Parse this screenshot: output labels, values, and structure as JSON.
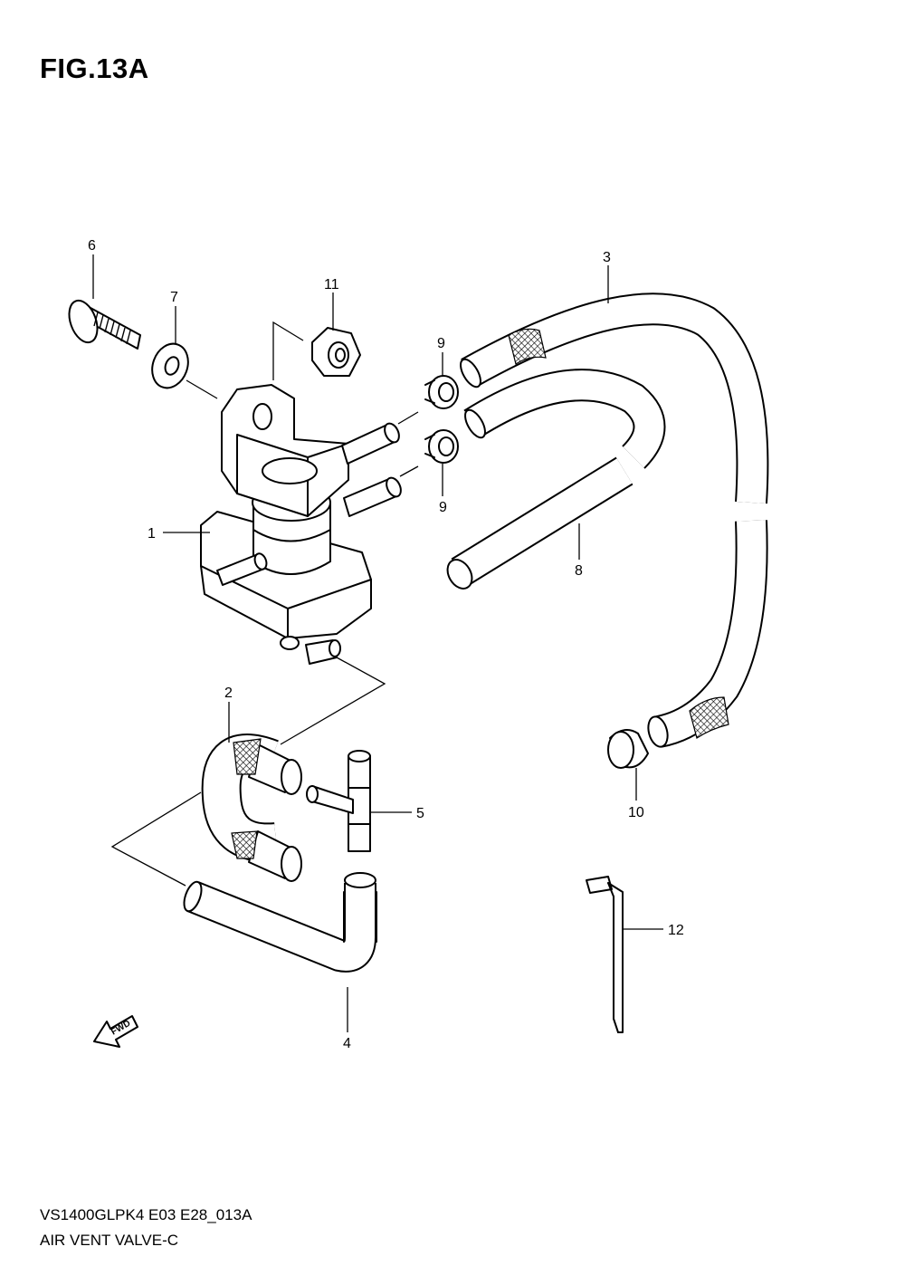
{
  "figure": {
    "title": "FIG.13A",
    "code": "VS1400GLPK4 E03 E28_013A",
    "name": "AIR VENT VALVE-C",
    "fwd_label": "FWD"
  },
  "callouts": [
    {
      "id": "c1",
      "label": "1"
    },
    {
      "id": "c2",
      "label": "2"
    },
    {
      "id": "c3",
      "label": "3"
    },
    {
      "id": "c4",
      "label": "4"
    },
    {
      "id": "c5",
      "label": "5"
    },
    {
      "id": "c6",
      "label": "6"
    },
    {
      "id": "c7",
      "label": "7"
    },
    {
      "id": "c8",
      "label": "8"
    },
    {
      "id": "c9a",
      "label": "9"
    },
    {
      "id": "c9b",
      "label": "9"
    },
    {
      "id": "c10",
      "label": "10"
    },
    {
      "id": "c11",
      "label": "11"
    },
    {
      "id": "c12",
      "label": "12"
    }
  ]
}
